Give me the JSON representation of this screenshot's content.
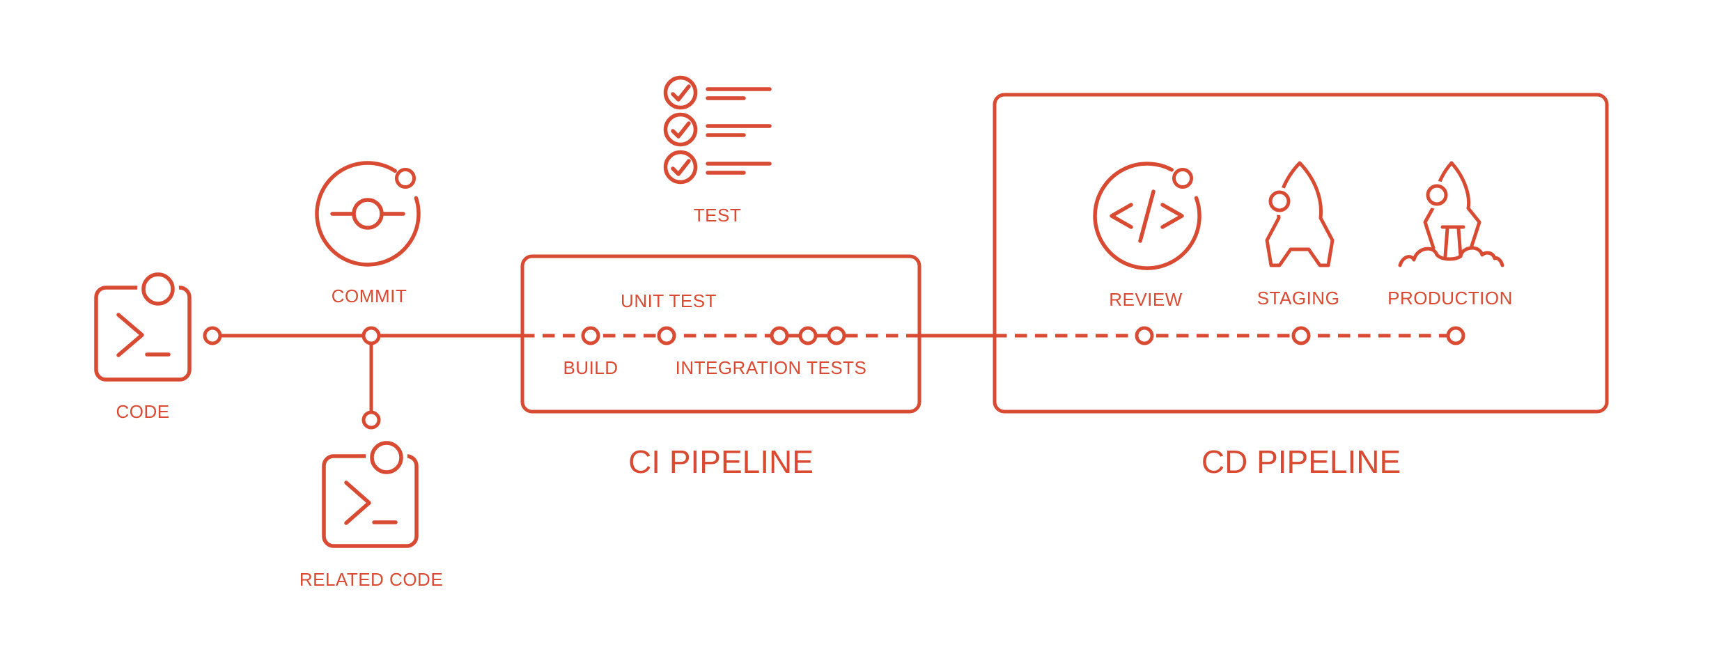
{
  "pipeline": {
    "colors": {
      "accent": "#d94a33",
      "background": "#ffffff"
    },
    "stages": {
      "code": "CODE",
      "commit": "COMMIT",
      "related_code": "RELATED CODE",
      "test": "TEST",
      "build": "BUILD",
      "unit_test": "UNIT TEST",
      "integration_tests": "INTEGRATION TESTS",
      "review": "REVIEW",
      "staging": "STAGING",
      "production": "PRODUCTION"
    },
    "sections": {
      "ci_title": "CI PIPELINE",
      "cd_title": "CD PIPELINE"
    },
    "icons": {
      "code": "terminal-icon",
      "related_code": "terminal-icon",
      "commit": "commit-orbit-icon",
      "test": "checklist-icon",
      "review": "code-review-icon",
      "staging": "rocket-icon",
      "production": "rocket-launch-icon"
    }
  }
}
